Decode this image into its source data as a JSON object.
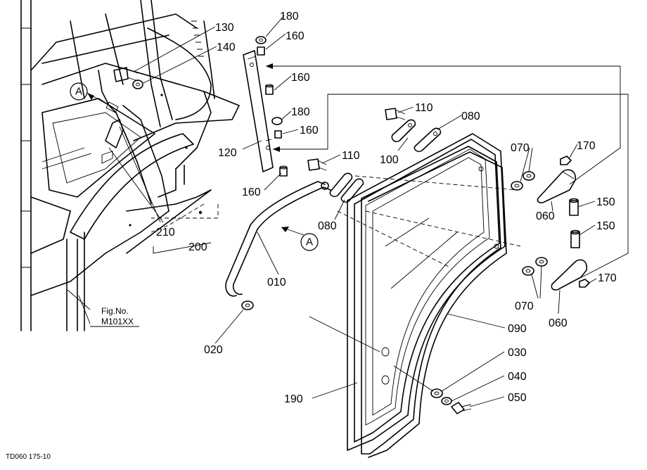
{
  "callouts": {
    "c180a": "180",
    "c160a": "160",
    "c130": "130",
    "c140": "140",
    "c160b": "160",
    "c180b": "180",
    "c160c": "160",
    "c120": "120",
    "c160d": "160",
    "c110a": "110",
    "c080a": "080",
    "c100": "100",
    "c110b": "110",
    "c070a": "070",
    "c170a": "170",
    "c150a": "150",
    "c060a": "060",
    "c150b": "150",
    "c080b": "080",
    "c210": "210",
    "c200": "200",
    "c010": "010",
    "c170b": "170",
    "c070b": "070",
    "c060b": "060",
    "c090": "090",
    "c020": "020",
    "c030": "030",
    "c040": "040",
    "c050": "050",
    "c190": "190"
  },
  "markers": {
    "a_top": "A",
    "a_bottom": "A"
  },
  "figref": {
    "line1": "Fig.No.",
    "line2": "M101XX"
  },
  "drawing_code": "TD060 175-10"
}
